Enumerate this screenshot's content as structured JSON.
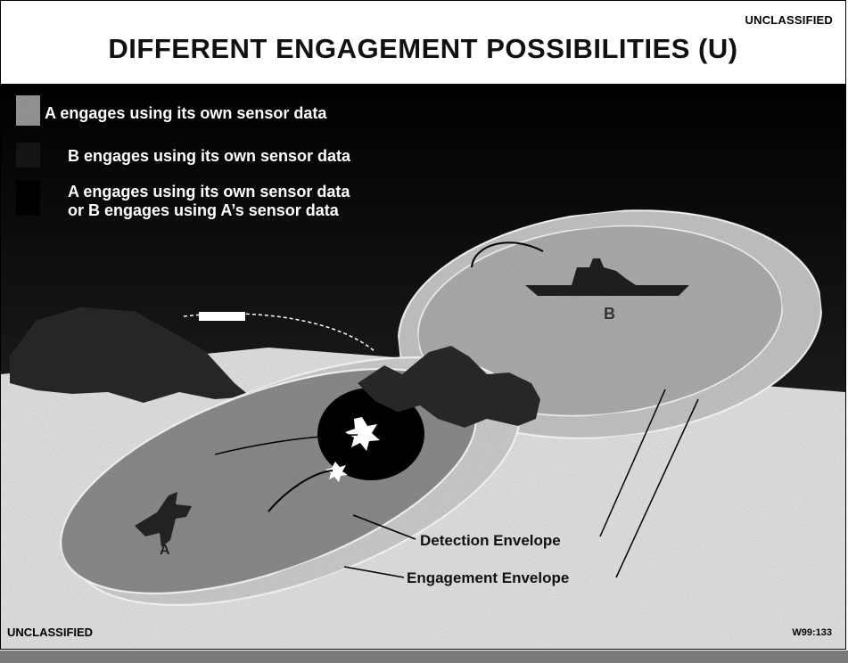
{
  "header": {
    "classification_top": "UNCLASSIFIED",
    "title": "DIFFERENT ENGAGEMENT POSSIBILITIES (U)"
  },
  "legend": [
    {
      "text": "A engages using its own sensor data",
      "swatch": "#9a9a9a"
    },
    {
      "text": "B engages using its own sensor data",
      "swatch": "#1a1a1a"
    },
    {
      "text": "A engages using its own sensor data\nor B engages using A’s sensor data",
      "swatch": "#000000"
    }
  ],
  "labels": {
    "detection": "Detection Envelope",
    "engagement": "Engagement Envelope",
    "unit_a": "A",
    "unit_b": "B"
  },
  "footer": {
    "classification_bottom": "UNCLASSIFIED",
    "code": "W99:133"
  },
  "colors": {
    "background_dark": "#000000",
    "sea": "#e6e6e6",
    "a_region": "#8e8e8e",
    "b_region": "#a8a8a8",
    "overlap": "#000000",
    "land": "#2a2a2a"
  }
}
